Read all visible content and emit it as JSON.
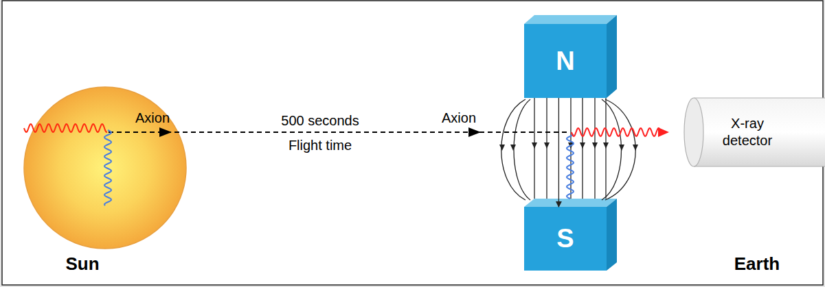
{
  "diagram": {
    "nodes": [
      {
        "text": [
          "N"
        ]
      },
      {
        "text": [
          "S"
        ]
      },
      {
        "text": [
          "X-ray detector"
        ]
      }
    ],
    "edges": [
      {
        "from": 0,
        "to": 1,
        "arrow": "to"
      }
    ],
    "labels": [
      "Axion",
      "500 seconds",
      "Flight time",
      "Axion",
      "Sun",
      "Earth"
    ]
  }
}
